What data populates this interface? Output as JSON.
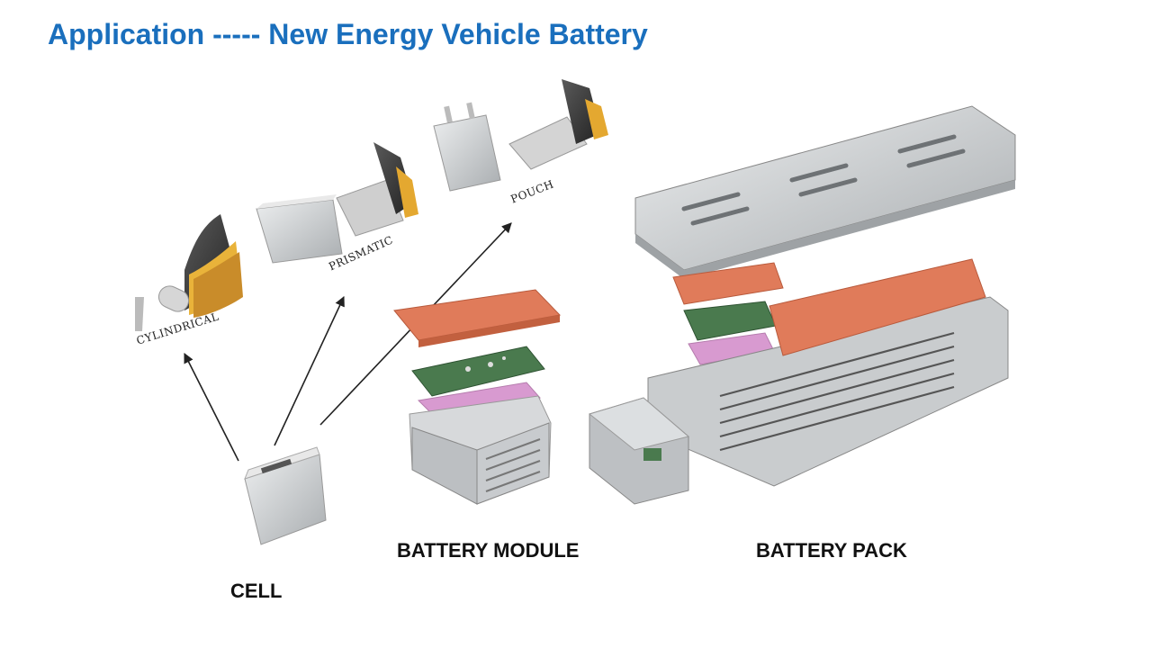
{
  "title": "Application ----- New Energy Vehicle Battery",
  "labels": {
    "cell": "CELL",
    "module": "BATTERY MODULE",
    "pack": "BATTERY PACK"
  },
  "cell_types": {
    "cylindrical": "CYLINDRICAL",
    "prismatic": "PRISMATIC",
    "pouch": "POUCH"
  },
  "colors": {
    "title": "#1a6fbd",
    "orange_cover": "#e07b5a",
    "pcb_green": "#4a7a4e",
    "pink_layer": "#d89ad0",
    "metal": "#cfd2d4"
  }
}
